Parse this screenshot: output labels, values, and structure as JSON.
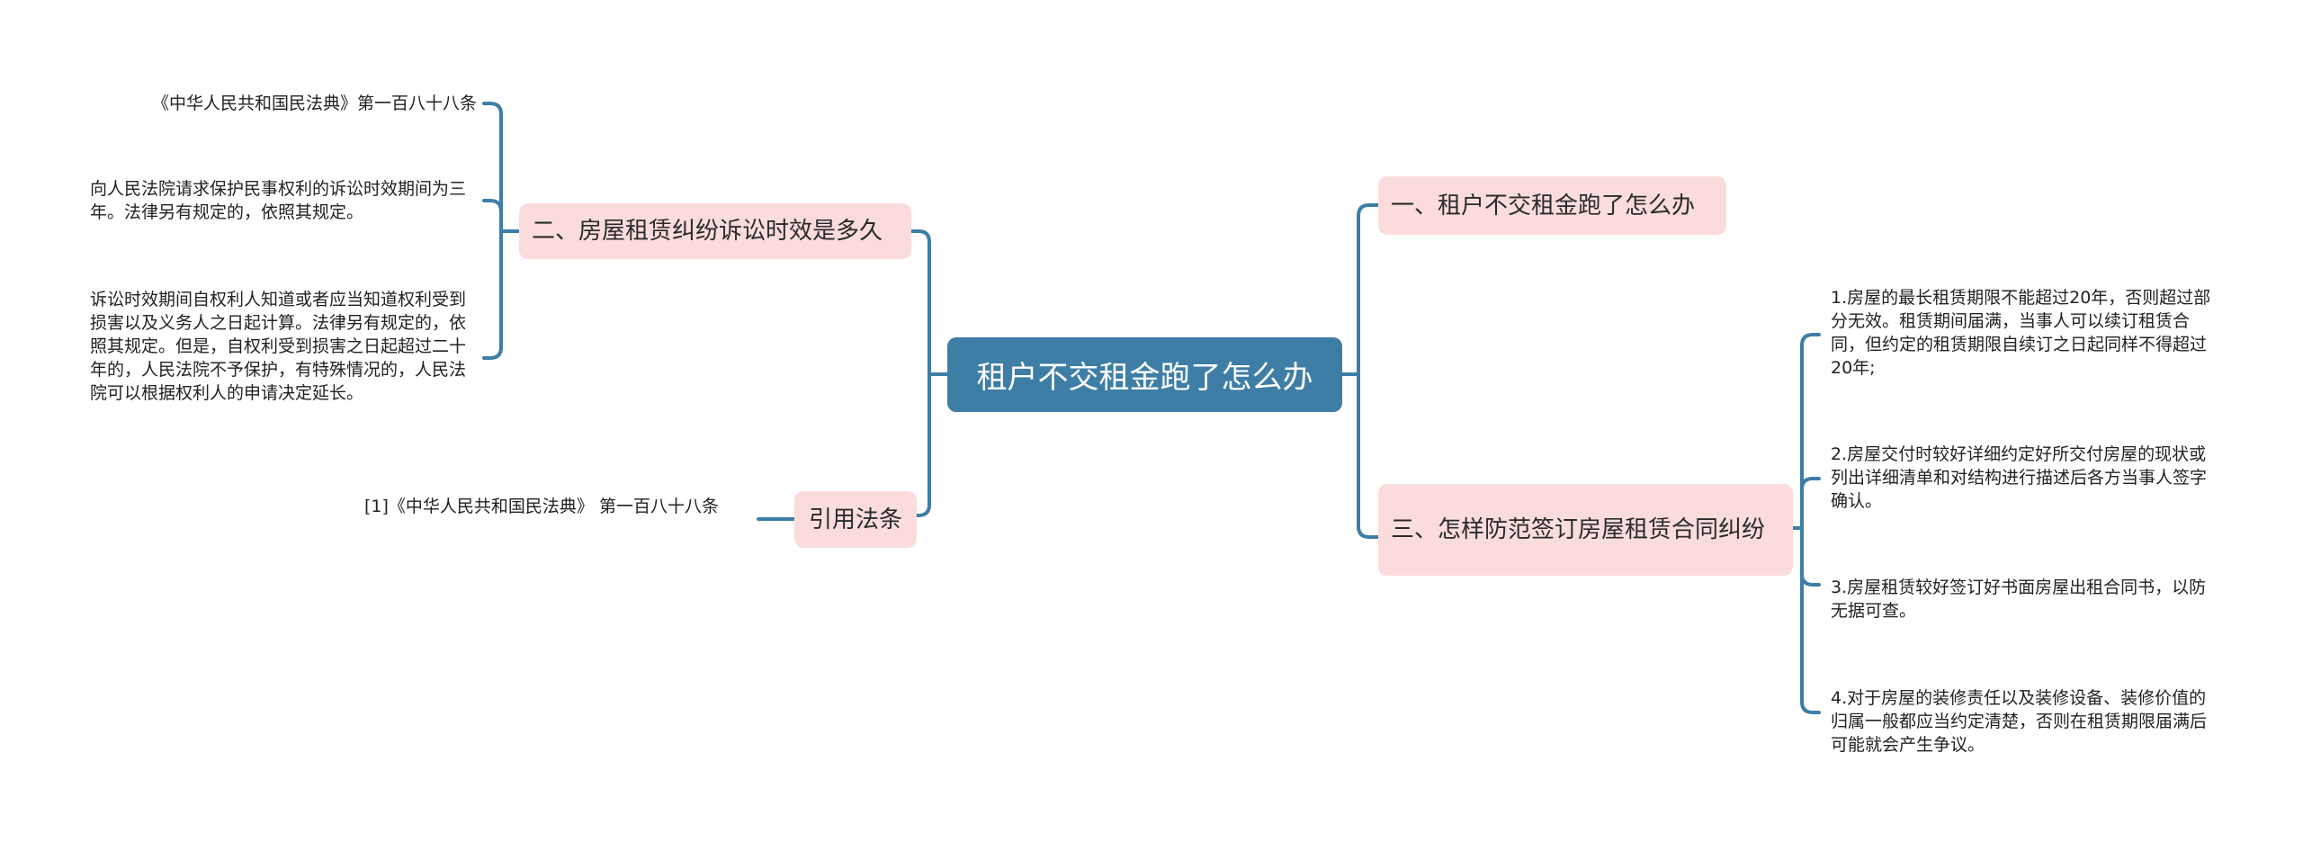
{
  "colors": {
    "root_bg": "#3e7ea6",
    "topic_bg": "#fbdcdc",
    "line": "#3e7ea6",
    "text": "#222222"
  },
  "root": {
    "label": "租户不交租金跑了怎么办"
  },
  "left": {
    "topic_1": {
      "label": "二、房屋租赁纠纷诉讼时效是多久",
      "children": [
        "《中华人民共和国民法典》第一百八十八条",
        "向人民法院请求保护民事权利的诉讼时效期间为三年。法律另有规定的，依照其规定。",
        "诉讼时效期间自权利人知道或者应当知道权利受到损害以及义务人之日起计算。法律另有规定的，依照其规定。但是，自权利受到损害之日起超过二十年的，人民法院不予保护，有特殊情况的，人民法院可以根据权利人的申请决定延长。"
      ]
    },
    "topic_2": {
      "label": "引用法条",
      "children": [
        "[1]《中华人民共和国民法典》 第一百八十八条"
      ]
    }
  },
  "right": {
    "topic_1": {
      "label": "一、租户不交租金跑了怎么办"
    },
    "topic_2": {
      "label": "三、怎样防范签订房屋租赁合同纠纷",
      "children": [
        "1.房屋的最长租赁期限不能超过20年，否则超过部分无效。租赁期间届满，当事人可以续订租赁合同，但约定的租赁期限自续订之日起同样不得超过20年;",
        "2.房屋交付时较好详细约定好所交付房屋的现状或列出详细清单和对结构进行描述后各方当事人签字确认。",
        "3.房屋租赁较好签订好书面房屋出租合同书，以防无据可查。",
        "4.对于房屋的装修责任以及装修设备、装修价值的归属一般都应当约定清楚，否则在租赁期限届满后可能就会产生争议。"
      ]
    }
  }
}
